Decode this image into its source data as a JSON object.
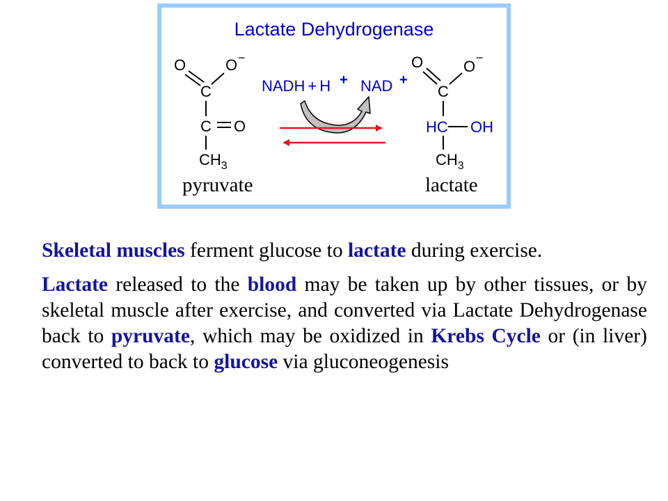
{
  "diagram": {
    "title": "Lactate Dehydrogenase",
    "pyruvate": {
      "atom_o_left": "O",
      "atom_o_minus": "O",
      "charge": "−",
      "c1": "C",
      "c2": "C",
      "o_keto": "O",
      "ch3_base": "CH",
      "ch3_sub": "3",
      "label": "pyruvate"
    },
    "lactate": {
      "atom_o_left": "O",
      "atom_o_minus": "O",
      "charge": "−",
      "c1": "C",
      "hc": "HC",
      "oh": "OH",
      "ch3_base": "CH",
      "ch3_sub": "3",
      "label": "lactate"
    },
    "cofactors": {
      "nadh": "NADH",
      "plus_sign": "+",
      "h": "H",
      "h_charge": "+",
      "nad": "NAD",
      "nad_charge": "+"
    },
    "colors": {
      "frame": "#99CCFF",
      "blue": "#0000CC",
      "red": "#E8131D",
      "arrow_gray": "#C0C0C0"
    }
  },
  "text": {
    "p1": {
      "s1": "Skeletal muscles",
      "s2": " ferment glucose to ",
      "s3": "lactate",
      "s4": " during exercise."
    },
    "p2": {
      "s1": "Lactate",
      "s2": " released to the ",
      "s3": "blood",
      "s4": " may be taken up by other tissues, or by skeletal muscle after exercise, and converted via Lactate Dehydrogenase back to ",
      "s5": "pyruvate",
      "s6": ", which may be oxidized in ",
      "s7": "Krebs Cycle",
      "s8": " or (in liver) converted to back to ",
      "s9": "glucose",
      "s10": " via gluconeogenesis"
    }
  }
}
